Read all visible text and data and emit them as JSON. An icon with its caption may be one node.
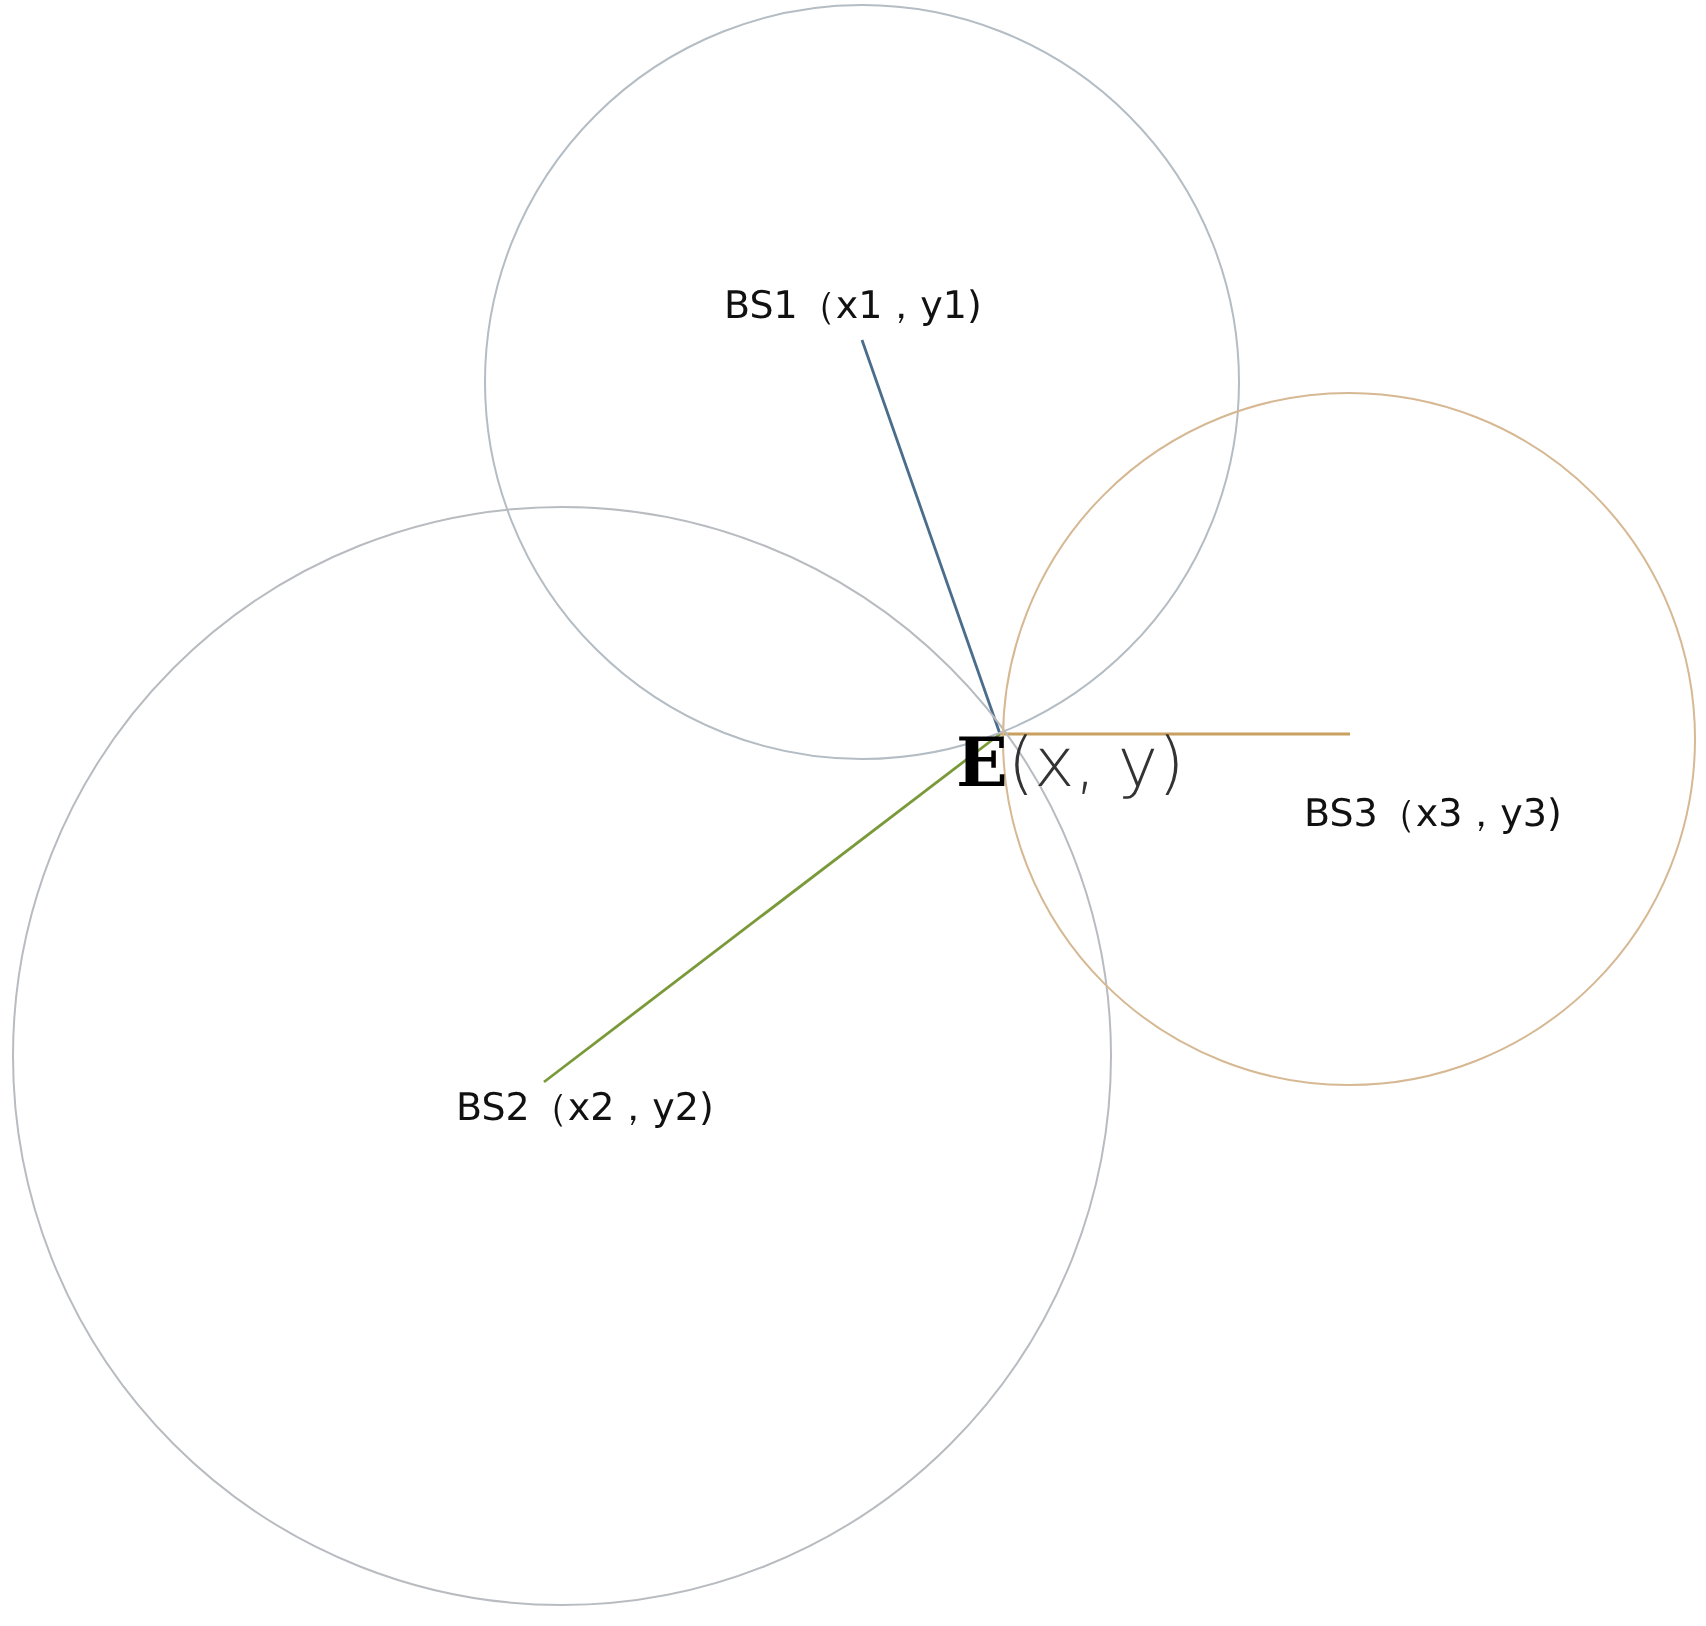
{
  "diagram": {
    "nodes": [
      {
        "text": [],
        "shape": "circle"
      },
      {
        "text": [
          "BS1（x1，y1)"
        ],
        "in": 0
      },
      {
        "text": [],
        "shape": "circle"
      },
      {
        "text": [
          "BS2（x2，y2)"
        ],
        "in": 2
      },
      {
        "text": [],
        "shape": "circle"
      },
      {
        "text": [
          "BS3（x3，y3)"
        ],
        "in": 4
      },
      {
        "text": [
          "**E**(x, y)"
        ]
      }
    ],
    "edges": [
      {
        "from": 1,
        "to": 6,
        "arrow": "none",
        "color": "#4a6d8c"
      },
      {
        "from": 3,
        "to": 6,
        "arrow": "none",
        "color": "#7a9a3a"
      },
      {
        "from": 5,
        "to": 6,
        "arrow": "none",
        "color": "#c8a060"
      }
    ]
  }
}
